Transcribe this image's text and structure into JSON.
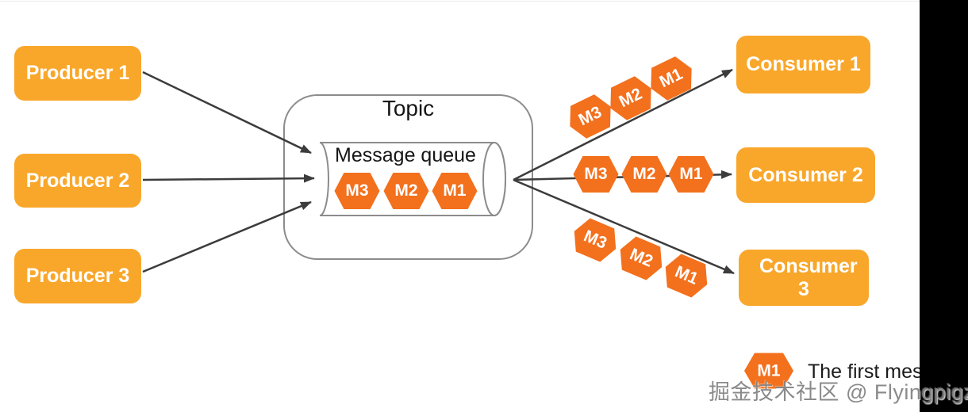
{
  "colors": {
    "node_fill": "#F9A72B",
    "hexagon_fill": "#F3701D",
    "arrow_line": "#3C3C3C",
    "outline_gray": "#8C8C8C",
    "band": "#000000"
  },
  "producers": [
    {
      "label": "Producer 1"
    },
    {
      "label": "Producer 2"
    },
    {
      "label": "Producer 3"
    }
  ],
  "topic": {
    "title": "Topic",
    "queue_label": "Message queue",
    "messages": [
      "M3",
      "M2",
      "M1"
    ]
  },
  "streams": {
    "to_consumer_1": [
      "M3",
      "M2",
      "M1"
    ],
    "to_consumer_2": [
      "M3",
      "M2",
      "M1"
    ],
    "to_consumer_3": [
      "M3",
      "M2",
      "M1"
    ]
  },
  "consumers": [
    {
      "label": "Consumer 1"
    },
    {
      "label": "Consumer 2"
    },
    {
      "label": "Consumer 3"
    }
  ],
  "legend": {
    "symbol": "M1",
    "text": "The first mess"
  },
  "watermark": "掘金技术社区 @ Flyingpigz"
}
